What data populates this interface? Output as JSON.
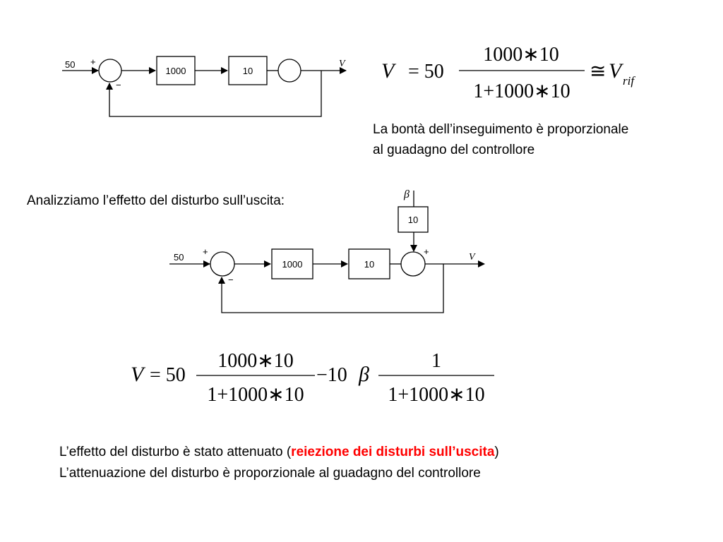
{
  "diagram1": {
    "input_label": "50",
    "plus_sign": "+",
    "minus_sign": "−",
    "controller_gain": "1000",
    "plant_gain": "10",
    "output_label": "V"
  },
  "formula1": {
    "lhs": "V",
    "eq": "= 50",
    "numerator": "1000∗10",
    "denominator": "1+1000∗10",
    "approx": "≅",
    "rhs_main": "V",
    "rhs_sub": "rif"
  },
  "note1": {
    "line1": "La bontà dell’inseguimento è proporzionale",
    "line2": "al guadagno del controllore"
  },
  "heading_disturbance": "Analizziamo l’effetto del disturbo sull’uscita:",
  "diagram2": {
    "disturbance_label": "β",
    "disturbance_gain": "10",
    "input_label": "50",
    "plus_sign": "+",
    "minus_sign": "−",
    "controller_gain": "1000",
    "plant_gain": "10",
    "output_label": "V"
  },
  "formula2": {
    "lhs": "V",
    "eq": "= 50",
    "num1": "1000∗10",
    "den1": "1+1000∗10",
    "minus_term": "−10",
    "beta": "β",
    "num2": "1",
    "den2": "1+1000∗10"
  },
  "conclusion": {
    "line1_before": "L’effetto del disturbo è stato attenuato (",
    "line1_highlight": "reiezione dei disturbi sull’uscita",
    "line1_after": ")",
    "line2": "L’attenuazione del disturbo è proporzionale al guadagno del controllore"
  },
  "colors": {
    "highlight": "#ff0000",
    "stroke": "#000000"
  }
}
